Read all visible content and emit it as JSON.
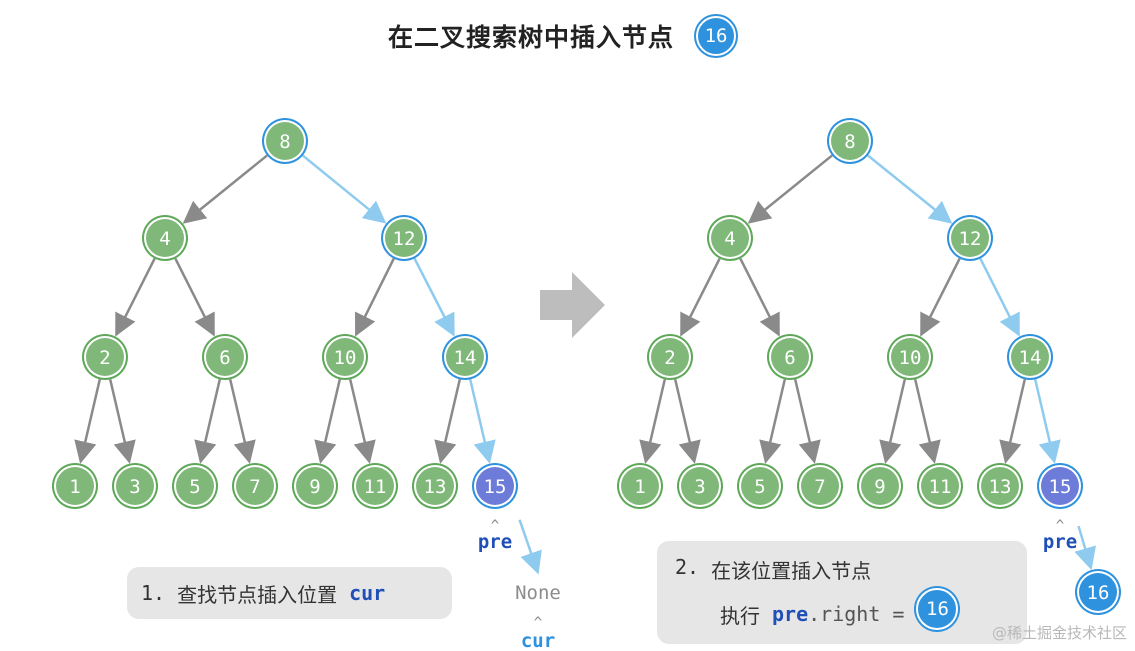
{
  "title": "在二叉搜索树中插入节点",
  "title_badge": "16",
  "colors": {
    "node_fill": "#7fb879",
    "node_ring": "#5fa85a",
    "path_ring": "#2f92de",
    "pre_fill": "#6d7bd9",
    "new_fill": "#2f92de",
    "edge": "#8a8a8a",
    "path_edge": "#8ecbee",
    "label_blue": "#1f4fb7"
  },
  "tree": {
    "nodes": [
      "8",
      "4",
      "12",
      "2",
      "6",
      "10",
      "14",
      "1",
      "3",
      "5",
      "7",
      "9",
      "11",
      "13",
      "15"
    ],
    "edges": [
      [
        "8",
        "4"
      ],
      [
        "8",
        "12"
      ],
      [
        "4",
        "2"
      ],
      [
        "4",
        "6"
      ],
      [
        "12",
        "10"
      ],
      [
        "12",
        "14"
      ],
      [
        "2",
        "1"
      ],
      [
        "2",
        "3"
      ],
      [
        "6",
        "5"
      ],
      [
        "6",
        "7"
      ],
      [
        "10",
        "9"
      ],
      [
        "10",
        "11"
      ],
      [
        "14",
        "13"
      ],
      [
        "14",
        "15"
      ]
    ],
    "search_path": [
      "8",
      "12",
      "14",
      "15"
    ],
    "pre_node": "15"
  },
  "left": {
    "pre_label": "pre",
    "cur_label": "cur",
    "none_label": "None"
  },
  "right": {
    "pre_label": "pre",
    "new_node": "16"
  },
  "step1": {
    "number": "1.",
    "text": "查找节点插入位置",
    "keyword": "cur"
  },
  "step2": {
    "number": "2.",
    "text": "在该位置插入节点",
    "exec": "执行",
    "keyword": "pre",
    "code": ".right =",
    "badge": "16"
  },
  "watermark": "@稀土掘金技术社区"
}
